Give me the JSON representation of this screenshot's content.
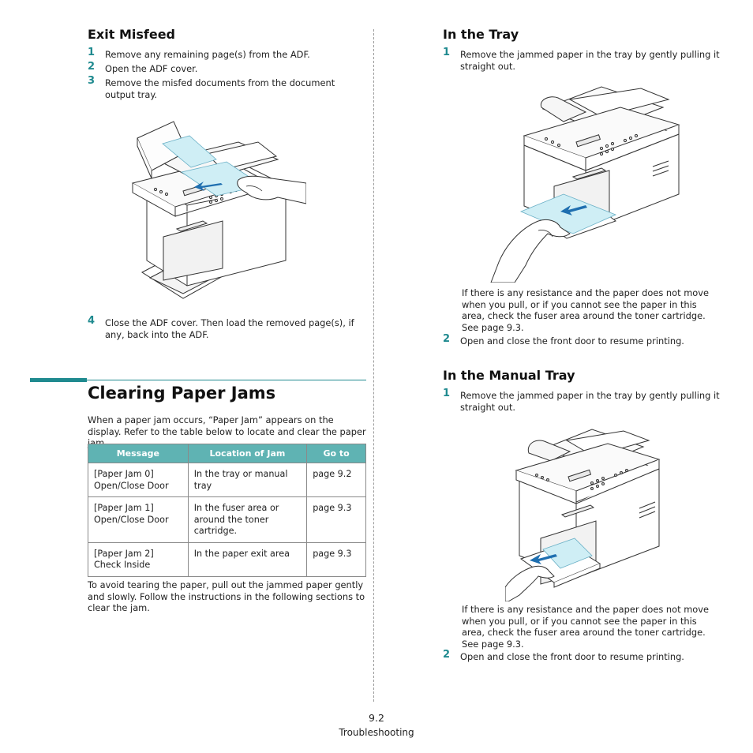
{
  "left": {
    "exit_misfeed": {
      "title": "Exit Misfeed",
      "steps": [
        {
          "num": "1",
          "text": "Remove any remaining page(s) from the ADF."
        },
        {
          "num": "2",
          "text": "Open the ADF cover."
        },
        {
          "num": "3",
          "text": "Remove the misfed documents from the document output tray."
        },
        {
          "num": "4",
          "text": "Close the ADF cover. Then load the removed page(s), if any, back into the ADF."
        }
      ]
    },
    "clearing": {
      "title": "Clearing Paper Jams",
      "intro": "When a paper jam occurs, “Paper Jam” appears on the display. Refer to the table below to locate and clear the paper jam.",
      "table": {
        "headers": [
          "Message",
          "Location of Jam",
          "Go to"
        ],
        "rows": [
          [
            "[Paper Jam 0] Open/Close Door",
            "In the tray or manual tray",
            "page 9.2"
          ],
          [
            "[Paper Jam 1] Open/Close Door",
            "In the fuser area or around the toner cartridge.",
            "page 9.3"
          ],
          [
            "[Paper Jam 2] Check Inside",
            "In the paper exit area",
            "page 9.3"
          ]
        ]
      },
      "outro": "To avoid tearing the paper, pull out the jammed paper gently and slowly. Follow the instructions in the following sections to clear the jam."
    }
  },
  "right": {
    "tray": {
      "title": "In the Tray",
      "step1_num": "1",
      "step1": "Remove the jammed paper in the tray by gently pulling it straight out.",
      "note": "If there is any resistance and the paper does not move when you pull, or if you cannot see the paper in this area, check the fuser area around the toner cartridge. See page 9.3.",
      "step2_num": "2",
      "step2": "Open and close the front door to resume printing."
    },
    "manual": {
      "title": "In the Manual Tray",
      "step1_num": "1",
      "step1": "Remove the jammed paper in the tray by gently pulling it straight out.",
      "note": "If there is any resistance and the paper does not move when you pull, or if you cannot see the paper in this area, check the fuser area around the toner cartridge. See page 9.3.",
      "step2_num": "2",
      "step2": "Open and close the front door to resume printing."
    }
  },
  "footer": {
    "page": "9.2",
    "section": "Troubleshooting"
  },
  "colors": {
    "accent": "#1f8a8f",
    "table_header": "#5fb3b3",
    "paper_highlight": "#cfeef5",
    "arrow": "#1f6fb0"
  },
  "icons": [
    "printer-adf-open-illustration",
    "printer-tray-jam-illustration",
    "printer-manual-tray-jam-illustration"
  ]
}
